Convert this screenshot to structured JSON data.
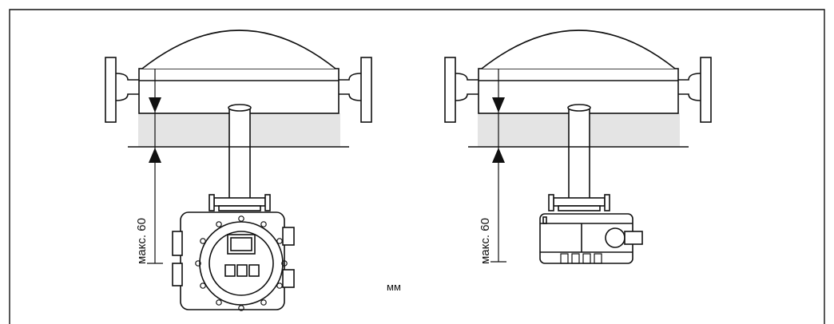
{
  "diagram": {
    "left_dimension_label": "макс. 60",
    "right_dimension_label": "макс. 60",
    "unit_label": "мм"
  },
  "colors": {
    "line": "#111111",
    "insulation": "#e4e4e4",
    "background": "#ffffff"
  }
}
